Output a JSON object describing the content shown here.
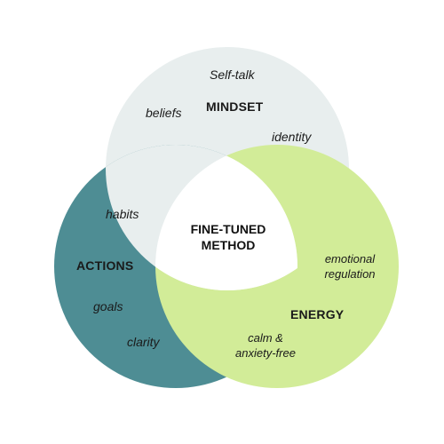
{
  "colors": {
    "mindset_circle": "#e8eeee",
    "actions_circle": "#4e8d94",
    "energy_circle": "#d2ec98",
    "center": "#ffffff"
  },
  "mindset": {
    "title": "MINDSET",
    "items": [
      "Self-talk",
      "beliefs",
      "identity"
    ]
  },
  "actions": {
    "title": "ACTIONS",
    "items": [
      "habits",
      "goals",
      "clarity"
    ]
  },
  "energy": {
    "title": "ENERGY",
    "items": [
      "emotional regulation",
      "calm & anxiety-free"
    ],
    "item_lines": [
      [
        "emotional",
        "regulation"
      ],
      [
        "calm &",
        "anxiety-free"
      ]
    ]
  },
  "center": {
    "title_lines": [
      "FINE-TUNED",
      "METHOD"
    ]
  }
}
